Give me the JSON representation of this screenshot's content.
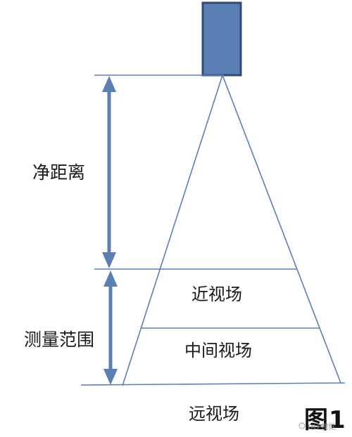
{
  "labels": {
    "clear_distance": "净距离",
    "measure_range": "测量范围",
    "near_field": "近视场",
    "middle_field": "中间视场",
    "far_field": "远视场",
    "figure_label": "图1",
    "watermark": "DLP视觉"
  },
  "colors": {
    "sensor_fill": "#5b7fb5",
    "sensor_stroke": "#2f4a74",
    "line": "#5b7fb5",
    "arrow": "#5b7fb5",
    "text": "#1a1a1a"
  }
}
